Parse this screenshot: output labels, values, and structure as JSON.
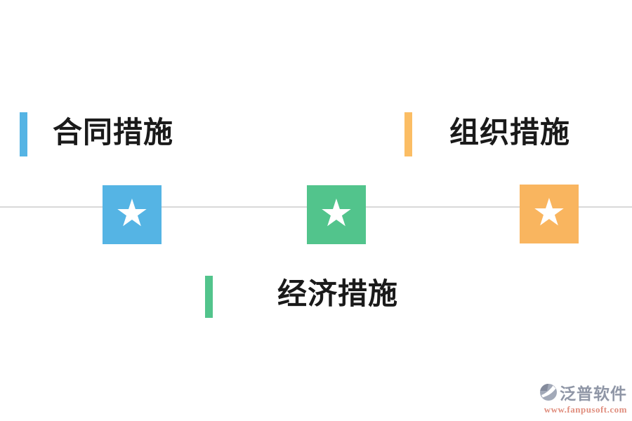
{
  "sections": [
    {
      "id": "contract",
      "label": "合同措施",
      "accent": "#55b4e4"
    },
    {
      "id": "organization",
      "label": "组织措施",
      "accent": "#fbbd64"
    },
    {
      "id": "economic",
      "label": "经济措施",
      "accent": "#52c48c"
    }
  ],
  "nodes": [
    {
      "id": "node-blue",
      "glyph": "★",
      "color": "#55b4e4"
    },
    {
      "id": "node-green",
      "glyph": "★",
      "color": "#52c48c"
    },
    {
      "id": "node-orange",
      "glyph": "★",
      "color": "#f9b55f"
    }
  ],
  "divider": {
    "color": "#d9d9d9"
  },
  "watermark": {
    "brand": "泛普软件",
    "url": "www.fanpusoft.com",
    "brand_color": "#8f96a6",
    "url_color": "#e08e7e",
    "logo_color": "#a2a9b8",
    "logo_accent_color": "#848b9c"
  }
}
